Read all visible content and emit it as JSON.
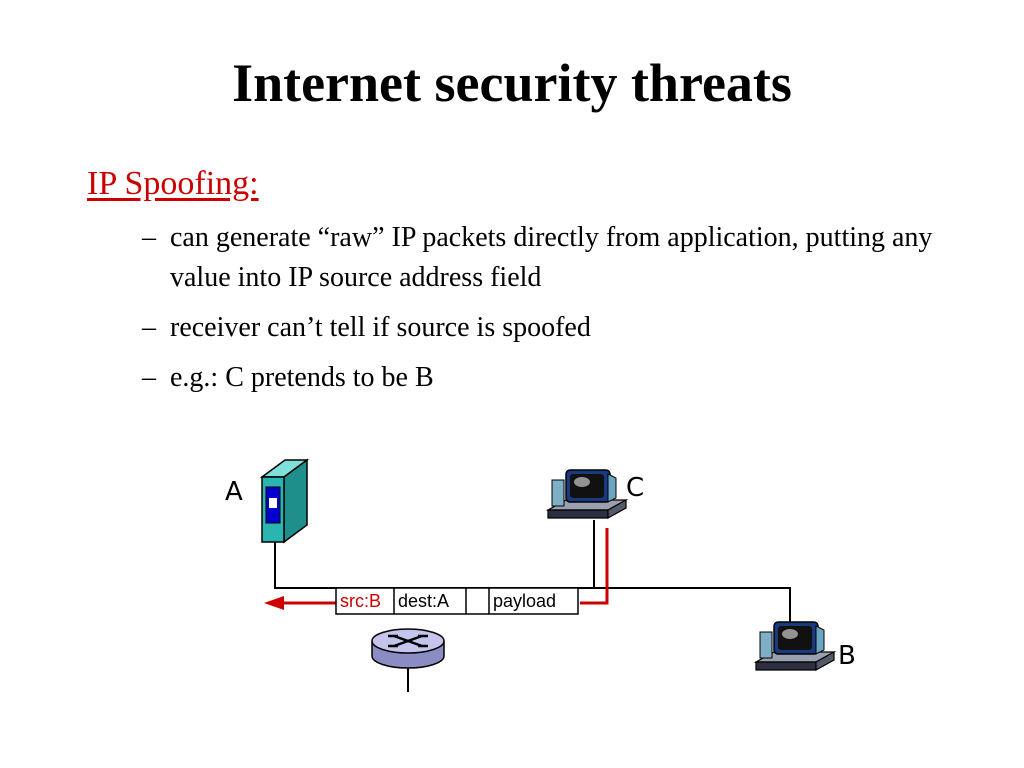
{
  "slide": {
    "title": "Internet security threats",
    "heading": "IP Spoofing:",
    "bullet_marker": "–",
    "bullets": [
      "can generate “raw” IP packets directly from application, putting any value into IP source address field",
      "receiver can’t tell if source is spoofed",
      "e.g.: C pretends to be B"
    ]
  },
  "diagram": {
    "host_a_label": "A",
    "host_b_label": "B",
    "host_c_label": "C",
    "packet": {
      "src": "src:B",
      "dest": "dest:A",
      "payload": "payload"
    }
  },
  "colors": {
    "accent_red": "#cc0000",
    "server_teal": "#2bb5b0",
    "router_purple": "#aaaadd"
  }
}
